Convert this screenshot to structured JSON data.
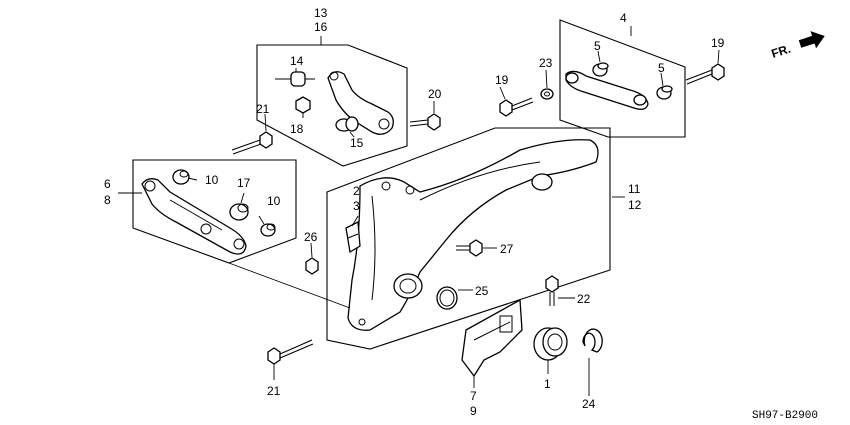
{
  "diagram": {
    "code": "SH97-B2900",
    "direction": "FR.",
    "callouts": {
      "c1": "1",
      "c2": "2",
      "c3": "3",
      "c4": "4",
      "c5a": "5",
      "c5b": "5",
      "c6": "6",
      "c7": "7",
      "c8": "8",
      "c9": "9",
      "c10a": "10",
      "c10b": "10",
      "c11": "11",
      "c12": "12",
      "c13": "13",
      "c14": "14",
      "c15": "15",
      "c16": "16",
      "c17": "17",
      "c18": "18",
      "c19a": "19",
      "c19b": "19",
      "c20": "20",
      "c21a": "21",
      "c21b": "21",
      "c22": "22",
      "c23": "23",
      "c24": "24",
      "c25": "25",
      "c26": "26",
      "c27": "27"
    }
  }
}
